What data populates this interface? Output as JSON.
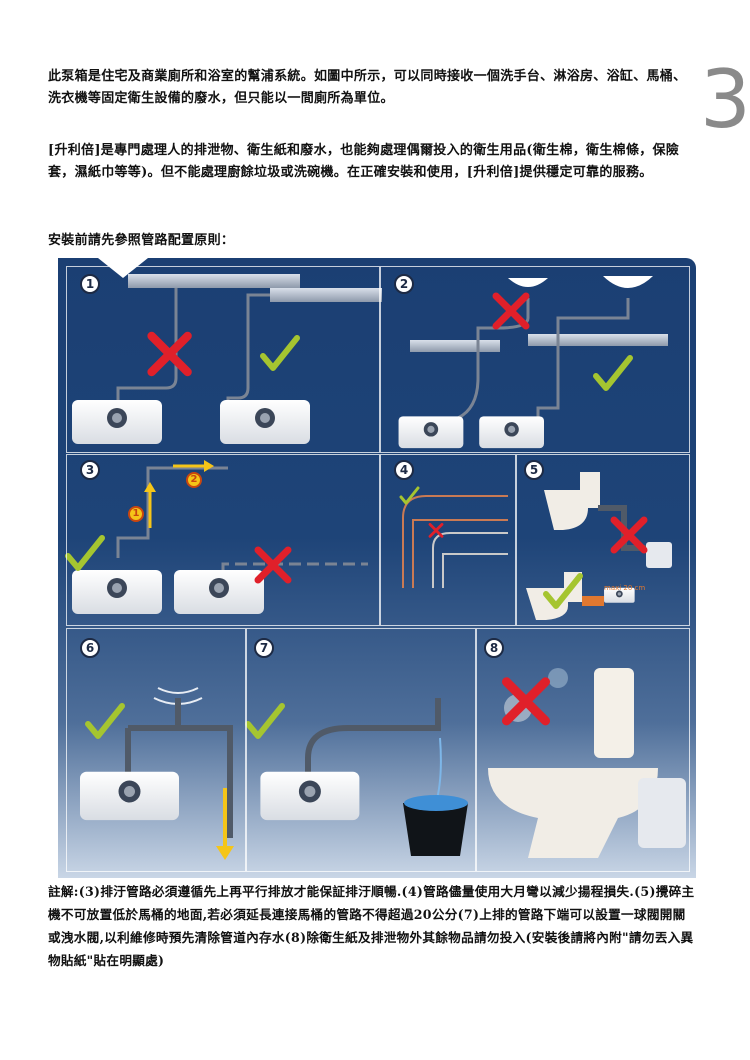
{
  "page_number": "3",
  "intro_paragraph": "此泵箱是住宅及商業廁所和浴室的幫浦系統。如圖中所示，可以同時接收一個洗手台、淋浴房、浴缸、馬桶、洗衣機等固定衛生設備的廢水，但只能以一間廁所為單位。",
  "usage_paragraph": "[升利倍]是專門處理人的排泄物、衛生紙和廢水，也能夠處理偶爾投入的衛生用品(衛生棉，衛生棉條，保險套，濕紙巾等等)。但不能處理廚餘垃圾或洗碗機。在正確安裝和使用，[升利倍]提供穩定可靠的服務。",
  "section_heading": "安裝前請先參照管路配置原則：",
  "diagram": {
    "panels": [
      {
        "number": "1",
        "label": "1"
      },
      {
        "number": "2",
        "label": "2"
      },
      {
        "number": "3",
        "label": "3"
      },
      {
        "number": "4",
        "label": "4"
      },
      {
        "number": "5",
        "label": "5"
      },
      {
        "number": "6",
        "label": "6"
      },
      {
        "number": "7",
        "label": "7"
      },
      {
        "number": "8",
        "label": "8"
      }
    ],
    "step_marker_1": "1",
    "step_marker_2": "2",
    "max_distance_label": "maxi 20 cm",
    "colors": {
      "panel_dark": "#1b3f73",
      "panel_light": "#c9d6e6",
      "check_green": "#a5c530",
      "cross_red": "#e0202a",
      "arrow_yellow": "#f5c518"
    }
  },
  "note_paragraph": "註解:(3)排汙管路必須遵循先上再平行排放才能保証排汙順暢.(4)管路儘量使用大月彎以減少揚程損失.(5)攪碎主機不可放置低於馬桶的地面,若必須延長連接馬桶的管路不得超過20公分(7)上排的管路下端可以設置一球閥開關或洩水閥,以利維修時預先清除管道內存水(8)除衛生紙及排泄物外其餘物品請勿投入(安裝後請將內附\"請勿丟入異物貼紙\"貼在明顯處)"
}
